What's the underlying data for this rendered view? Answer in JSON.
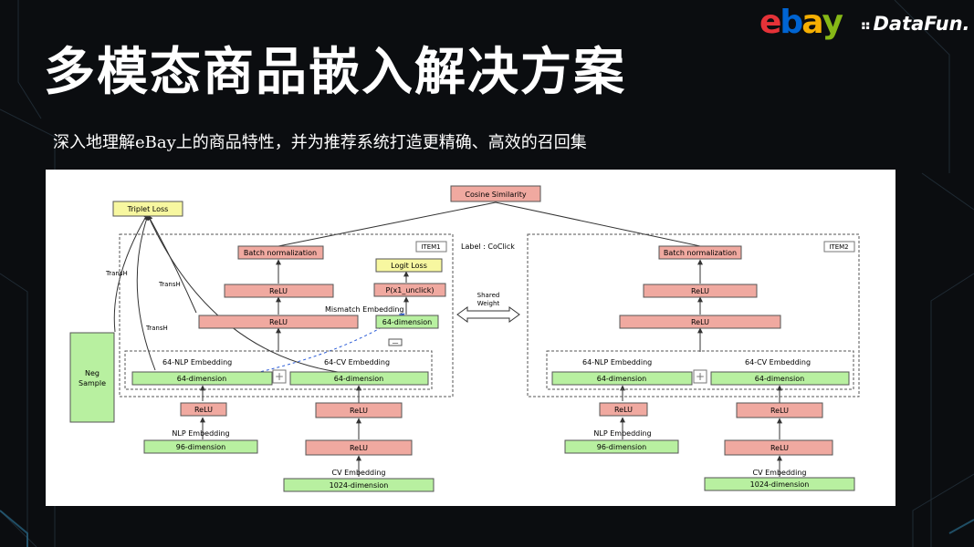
{
  "logos": {
    "ebay": {
      "e": "e",
      "b": "b",
      "a": "a",
      "y": "y",
      "colors": [
        "#e53238",
        "#0064d2",
        "#f5af02",
        "#86b817"
      ]
    },
    "datafun": "DataFun."
  },
  "title": "多模态商品嵌入解决方案",
  "subtitle": "深入地理解eBay上的商品特性，并为推荐系统打造更精确、高效的召回集",
  "diagram": {
    "cosine_similarity": "Cosine Similarity",
    "triplet_loss": "Triplet Loss",
    "transh": "TransH",
    "neg_sample_line1": "Neg",
    "neg_sample_line2": "Sample",
    "item1_tag": "ITEM1",
    "item2_tag": "ITEM2",
    "label_coclick": "Label : CoClick",
    "batch_norm": "Batch normalization",
    "relu": "ReLU",
    "logit_loss": "Logit Loss",
    "p_unclick": "P(x1_unclick)",
    "mismatch_embedding": "Mismatch Embedding",
    "dim64": "64-dimension",
    "nlp64": "64-NLP Embedding",
    "cv64": "64-CV Embedding",
    "nlp_embedding": "NLP Embedding",
    "dim96": "96-dimension",
    "cv_embedding": "CV Embedding",
    "dim1024": "1024-dimension",
    "shared_weight_line1": "Shared",
    "shared_weight_line2": "Weight",
    "plus": "+",
    "minus": "—",
    "colors": {
      "pink": "#f0a9a0",
      "green": "#b8f0a0",
      "yellow": "#f7f7a0",
      "stroke": "#555555"
    }
  }
}
